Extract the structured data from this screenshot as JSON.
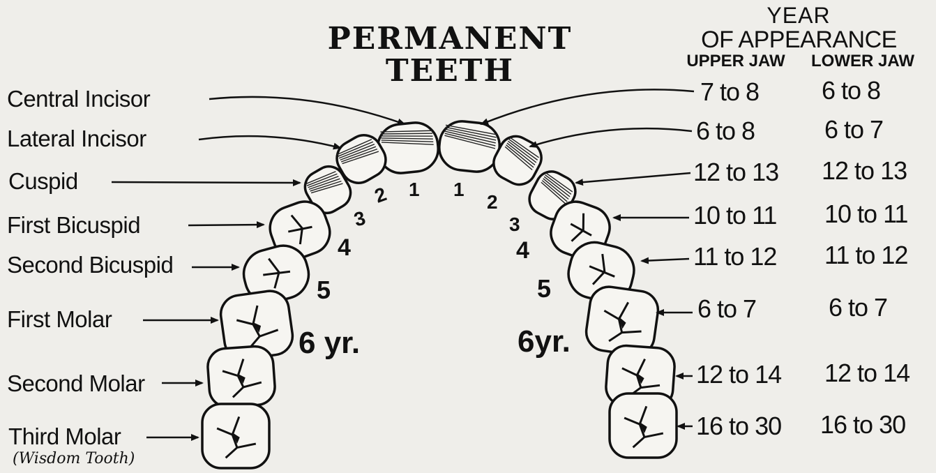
{
  "title": {
    "line1": "PERMANENT",
    "line2": "TEETH"
  },
  "header": {
    "line1": "YEAR",
    "line2": "OF APPEARANCE",
    "upper_jaw": "UPPER JAW",
    "lower_jaw": "LOWER JAW"
  },
  "teeth": [
    {
      "label": "Central Incisor",
      "upper": "7 to 8",
      "lower": "6 to 8"
    },
    {
      "label": "Lateral Incisor",
      "upper": "6 to 8",
      "lower": "6 to 7"
    },
    {
      "label": "Cuspid",
      "upper": "12 to 13",
      "lower": "12 to 13"
    },
    {
      "label": "First Bicuspid",
      "upper": "10 to 11",
      "lower": "10 to 11"
    },
    {
      "label": "Second Bicuspid",
      "upper": "11 to 12",
      "lower": "11 to 12"
    },
    {
      "label": "First Molar",
      "upper": "6 to 7",
      "lower": "6 to 7"
    },
    {
      "label": "Second Molar",
      "upper": "12 to 14",
      "lower": "12 to 14"
    },
    {
      "label": "Third Molar",
      "upper": "16 to 30",
      "lower": "16 to 30"
    }
  ],
  "third_molar_note": "(Wisdom Tooth)",
  "numbers": {
    "left": [
      "1",
      "2",
      "3",
      "4",
      "5"
    ],
    "right": [
      "1",
      "2",
      "3",
      "4",
      "5"
    ]
  },
  "six_yr_left": "6 yr.",
  "six_yr_right": "6yr."
}
